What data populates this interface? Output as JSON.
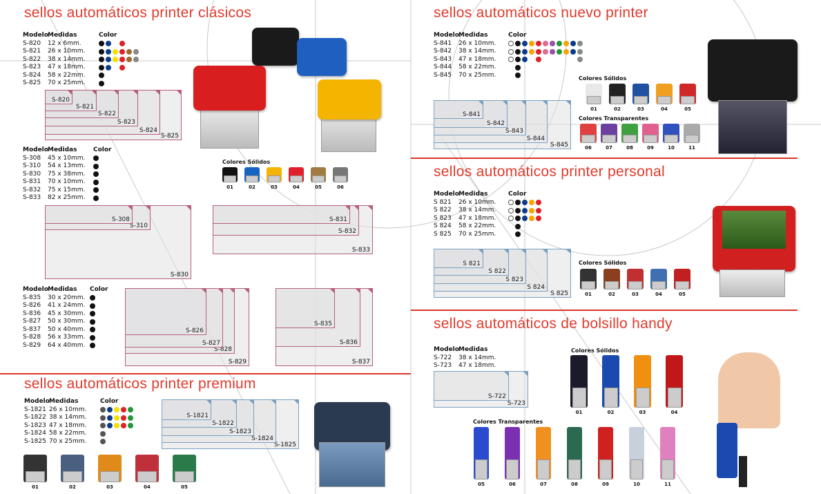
{
  "colors": {
    "accent": "#e03a2c",
    "k": "#111111",
    "b": "#0b3b8c",
    "y": "#f3e200",
    "r": "#e0202a",
    "n": "#9a6a30",
    "g": "#888888",
    "o": "#f5a400",
    "p": "#e06a90",
    "v": "#9b4fa8",
    "gr": "#1e9a3a",
    "w": "#ffffff",
    "dg": "#555555",
    "lb": "#4a6aa8"
  },
  "left": {
    "clasicos": {
      "title": "sellos automáticos printer clásicos",
      "headers": [
        "Modelo",
        "Medidas",
        "Color"
      ],
      "table1": [
        {
          "m": "S-820",
          "s": "12 x 6mm.",
          "c": [
            "k",
            "b",
            "",
            "r"
          ]
        },
        {
          "m": "S-821",
          "s": "26 x 10mm.",
          "c": [
            "k",
            "b",
            "y",
            "r",
            "n",
            "g"
          ]
        },
        {
          "m": "S-822",
          "s": "38 x 14mm.",
          "c": [
            "k",
            "b",
            "y",
            "r",
            "n",
            "g"
          ]
        },
        {
          "m": "S-823",
          "s": "47 x 18mm.",
          "c": [
            "k",
            "b",
            "",
            "r"
          ]
        },
        {
          "m": "S-824",
          "s": "58 x 22mm.",
          "c": [
            "k"
          ]
        },
        {
          "m": "S-825",
          "s": "70 x 25mm.",
          "c": [
            "k"
          ]
        }
      ],
      "diagram1": [
        "S-820",
        "S-821",
        "S-822",
        "S-823",
        "S-824",
        "S-825"
      ],
      "solid_label": "Colores Sólidos",
      "solid": [
        {
          "n": "01",
          "c": "#111111"
        },
        {
          "n": "02",
          "c": "#1565c0"
        },
        {
          "n": "03",
          "c": "#f5b400"
        },
        {
          "n": "04",
          "c": "#e0202a"
        },
        {
          "n": "05",
          "c": "#a07a40"
        },
        {
          "n": "06",
          "c": "#777777"
        }
      ],
      "table2": [
        {
          "m": "S-308",
          "s": "45 x 10mm.",
          "c": [
            "k"
          ]
        },
        {
          "m": "S-310",
          "s": "54 x 13mm.",
          "c": [
            "k"
          ]
        },
        {
          "m": "S-830",
          "s": "75 x 38mm.",
          "c": [
            "k"
          ]
        },
        {
          "m": "S-831",
          "s": "70 x 10mm.",
          "c": [
            "k"
          ]
        },
        {
          "m": "S-832",
          "s": "75 x 15mm.",
          "c": [
            "k"
          ]
        },
        {
          "m": "S-833",
          "s": "82 x 25mm.",
          "c": [
            "k"
          ]
        }
      ],
      "diagram2": [
        "S-308",
        "S-310",
        "S-830"
      ],
      "diagram3": [
        "S-831",
        "S-832",
        "S-833"
      ],
      "table3": [
        {
          "m": "S-835",
          "s": "30 x 20mm.",
          "c": [
            "k"
          ]
        },
        {
          "m": "S-826",
          "s": "41 x 24mm.",
          "c": [
            "k"
          ]
        },
        {
          "m": "S-836",
          "s": "45 x 30mm.",
          "c": [
            "k"
          ]
        },
        {
          "m": "S-827",
          "s": "50 x 30mm.",
          "c": [
            "k"
          ]
        },
        {
          "m": "S-837",
          "s": "50 x 40mm.",
          "c": [
            "k"
          ]
        },
        {
          "m": "S-828",
          "s": "56 x 33mm.",
          "c": [
            "k"
          ]
        },
        {
          "m": "S-829",
          "s": "64 x 40mm.",
          "c": [
            "k"
          ]
        }
      ],
      "diagram4": [
        "S-826",
        "S-827",
        "S-828",
        "S-829"
      ],
      "diagram5": [
        "S-835",
        "S-836",
        "S-837"
      ]
    },
    "premium": {
      "title": "sellos automáticos printer premium",
      "table": [
        {
          "m": "S-1821",
          "s": "26 x 10mm.",
          "c": [
            "dg",
            "b",
            "y",
            "r",
            "gr"
          ]
        },
        {
          "m": "S-1822",
          "s": "38 x 14mm.",
          "c": [
            "dg",
            "b",
            "y",
            "r",
            "gr"
          ]
        },
        {
          "m": "S-1823",
          "s": "47 x 18mm.",
          "c": [
            "dg",
            "b",
            "y",
            "r",
            "gr"
          ]
        },
        {
          "m": "S-1824",
          "s": "58 x 22mm.",
          "c": [
            "dg"
          ]
        },
        {
          "m": "S-1825",
          "s": "70 x 25mm.",
          "c": [
            "dg"
          ]
        }
      ],
      "diagram": [
        "S-1821",
        "S-1822",
        "S-1823",
        "S-1824",
        "S-1825"
      ],
      "models": [
        {
          "n": "01",
          "c": "#333333"
        },
        {
          "n": "02",
          "c": "#4a6080"
        },
        {
          "n": "03",
          "c": "#e08a1a"
        },
        {
          "n": "04",
          "c": "#c0303a"
        },
        {
          "n": "05",
          "c": "#2a7a4a"
        }
      ]
    }
  },
  "right": {
    "nuevo": {
      "title": "sellos automáticos nuevo printer",
      "table": [
        {
          "m": "S-841",
          "s": "26 x 10mm.",
          "c": [
            "w",
            "k",
            "b",
            "o",
            "r",
            "p",
            "v",
            "gr",
            "o",
            "b",
            "g"
          ]
        },
        {
          "m": "S-842",
          "s": "38 x 14mm.",
          "c": [
            "w",
            "k",
            "b",
            "o",
            "r",
            "p",
            "v",
            "gr",
            "o",
            "b",
            "g"
          ]
        },
        {
          "m": "S-843",
          "s": "47 x 18mm.",
          "c": [
            "w",
            "k",
            "b",
            "",
            "r",
            "",
            "",
            "",
            "",
            "",
            "g"
          ]
        },
        {
          "m": "S-844",
          "s": "58 x 22mm.",
          "c": [
            "",
            "k"
          ]
        },
        {
          "m": "S-845",
          "s": "70 x 25mm.",
          "c": [
            "",
            "k"
          ]
        }
      ],
      "diagram": [
        "S-841",
        "S-842",
        "S-843",
        "S-844",
        "S-845"
      ],
      "solid_label": "Colores Sólidos",
      "solid": [
        {
          "n": "01",
          "c": "#e8e8e8"
        },
        {
          "n": "02",
          "c": "#222222"
        },
        {
          "n": "03",
          "c": "#2050a0"
        },
        {
          "n": "04",
          "c": "#f0a020"
        },
        {
          "n": "05",
          "c": "#d02828"
        }
      ],
      "trans_label": "Colores Transparentes",
      "trans": [
        {
          "n": "06",
          "c": "#e04040"
        },
        {
          "n": "07",
          "c": "#6a40a0"
        },
        {
          "n": "08",
          "c": "#40a040"
        },
        {
          "n": "09",
          "c": "#e06090"
        },
        {
          "n": "10",
          "c": "#3050c0"
        },
        {
          "n": "11",
          "c": "#aaaaaa"
        }
      ]
    },
    "personal": {
      "title": "sellos automáticos printer personal",
      "table": [
        {
          "m": "S 821",
          "s": "26 x 10mm.",
          "c": [
            "w",
            "k",
            "b",
            "o",
            "r"
          ]
        },
        {
          "m": "S 822",
          "s": "38 x 14mm.",
          "c": [
            "w",
            "k",
            "b",
            "o",
            "r"
          ]
        },
        {
          "m": "S 823",
          "s": "47 x 18mm.",
          "c": [
            "w",
            "k",
            "b",
            "o",
            "r"
          ]
        },
        {
          "m": "S 824",
          "s": "58 x 22mm.",
          "c": [
            "",
            "k"
          ]
        },
        {
          "m": "S 825",
          "s": "70 x 25mm.",
          "c": [
            "",
            "k"
          ]
        }
      ],
      "diagram": [
        "S 821",
        "S 822",
        "S 823",
        "S 824",
        "S 825"
      ],
      "solid_label": "Colores Sólidos",
      "solid": [
        {
          "n": "01",
          "c": "#333333"
        },
        {
          "n": "02",
          "c": "#8a4020"
        },
        {
          "n": "03",
          "c": "#c03030"
        },
        {
          "n": "04",
          "c": "#4070b0"
        },
        {
          "n": "05",
          "c": "#c02020"
        }
      ]
    },
    "handy": {
      "title": "sellos automáticos de bolsillo handy",
      "table": [
        {
          "m": "S-722",
          "s": "38 x 14mm."
        },
        {
          "m": "S-723",
          "s": "47 x 18mm."
        }
      ],
      "diagram": [
        "S-722",
        "S-723"
      ],
      "solid_label": "Colores Sólidos",
      "solid": [
        {
          "n": "01",
          "c": "#1a1a2a"
        },
        {
          "n": "02",
          "c": "#1a4ab0"
        },
        {
          "n": "03",
          "c": "#f09010"
        },
        {
          "n": "04",
          "c": "#c01818"
        }
      ],
      "trans_label": "Colores Transparentes",
      "trans": [
        {
          "n": "05",
          "c": "#2a4ad0"
        },
        {
          "n": "06",
          "c": "#7a30b0"
        },
        {
          "n": "07",
          "c": "#f09020"
        },
        {
          "n": "08",
          "c": "#2a6a50"
        },
        {
          "n": "09",
          "c": "#d02020"
        },
        {
          "n": "10",
          "c": "#c8d0dc"
        },
        {
          "n": "11",
          "c": "#e080c0"
        }
      ]
    }
  }
}
